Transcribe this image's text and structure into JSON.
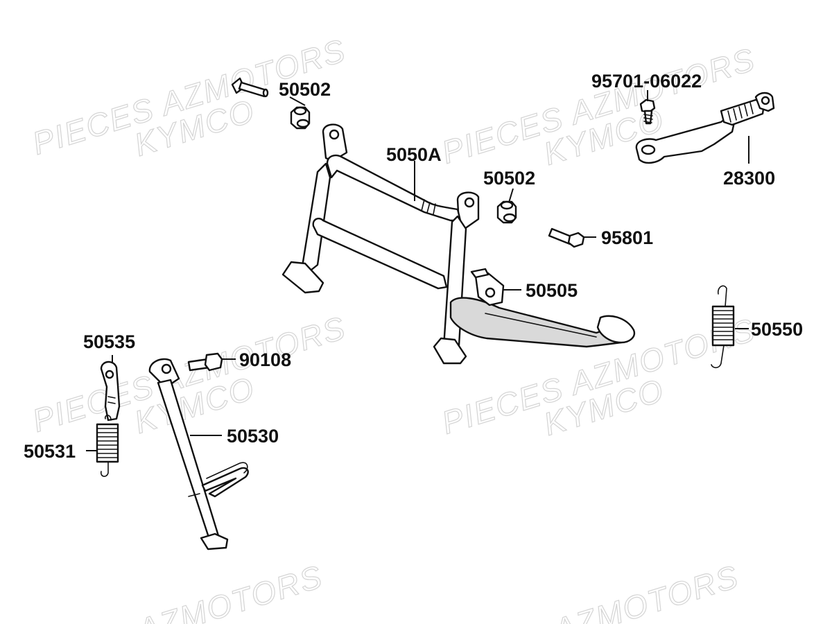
{
  "watermarks": [
    {
      "line1": "PIECES AZMOTORS",
      "line2": "KYMCO"
    },
    {
      "line1": "PIECES AZMOTORS",
      "line2": "KYMCO"
    },
    {
      "line1": "PIECES AZMOTORS",
      "line2": "KYMCO"
    },
    {
      "line1": "PIECES AZMOTORS",
      "line2": "KYMCO"
    },
    {
      "line1": "AZMOTORS"
    },
    {
      "line1": "AZMOTORS"
    }
  ],
  "parts": {
    "bolt_top_left": "50502",
    "main_stand": "5050A",
    "bushing_mid": "50502",
    "bolt_kick_lever": "95701-06022",
    "kick_lever": "28300",
    "pivot_bolt": "95801",
    "stand_pivot_collar": "50505",
    "main_stand_spring": "50550",
    "side_stand_plate": "50535",
    "side_stand_bolt": "90108",
    "side_stand": "50530",
    "side_stand_spring": "50531"
  }
}
